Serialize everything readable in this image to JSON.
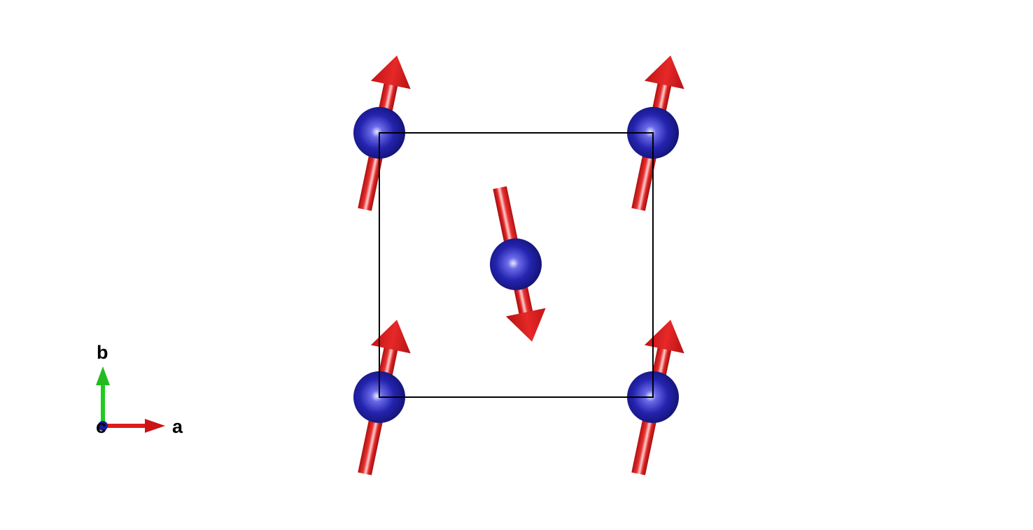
{
  "axes": {
    "a_label": "a",
    "b_label": "b",
    "c_label": "c"
  },
  "colors": {
    "atom": "#1a1a9a",
    "spin": "#dd1b1b",
    "axis_a": "#dd1b1b",
    "axis_b": "#1fcc1f",
    "axis_c": "#1a1a9a",
    "cell": "#000000"
  },
  "structure": {
    "atoms": [
      {
        "id": "corner-top-left",
        "spin": "up"
      },
      {
        "id": "corner-top-right",
        "spin": "up"
      },
      {
        "id": "corner-bottom-left",
        "spin": "up"
      },
      {
        "id": "corner-bottom-right",
        "spin": "up"
      },
      {
        "id": "body-center",
        "spin": "down"
      }
    ]
  }
}
